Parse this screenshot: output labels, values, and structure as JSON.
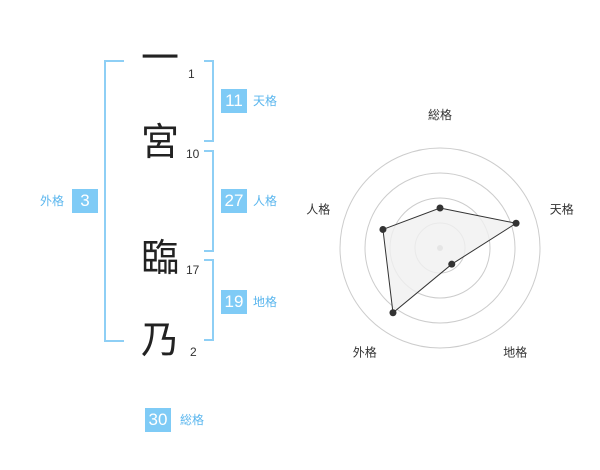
{
  "name": {
    "chars": [
      {
        "char": "一",
        "strokes": "1"
      },
      {
        "char": "宮",
        "strokes": "10"
      },
      {
        "char": "臨",
        "strokes": "17"
      },
      {
        "char": "乃",
        "strokes": "2"
      }
    ]
  },
  "fortune": {
    "tenkaku": {
      "value": "11",
      "label": "天格"
    },
    "jinkaku": {
      "value": "27",
      "label": "人格"
    },
    "chikaku": {
      "value": "19",
      "label": "地格"
    },
    "gaikaku": {
      "value": "3",
      "label": "外格"
    },
    "soukaku": {
      "value": "30",
      "label": "総格"
    }
  },
  "chart_data": {
    "type": "radar",
    "axes": [
      "総格",
      "天格",
      "地格",
      "外格",
      "人格"
    ],
    "values": [
      2,
      4,
      1,
      4,
      3
    ],
    "max": 5,
    "rings": 4,
    "colors": {
      "fill": "#f0f0f0",
      "line": "#333333",
      "grid": "#cccccc",
      "center": "#bbbbbb"
    }
  }
}
